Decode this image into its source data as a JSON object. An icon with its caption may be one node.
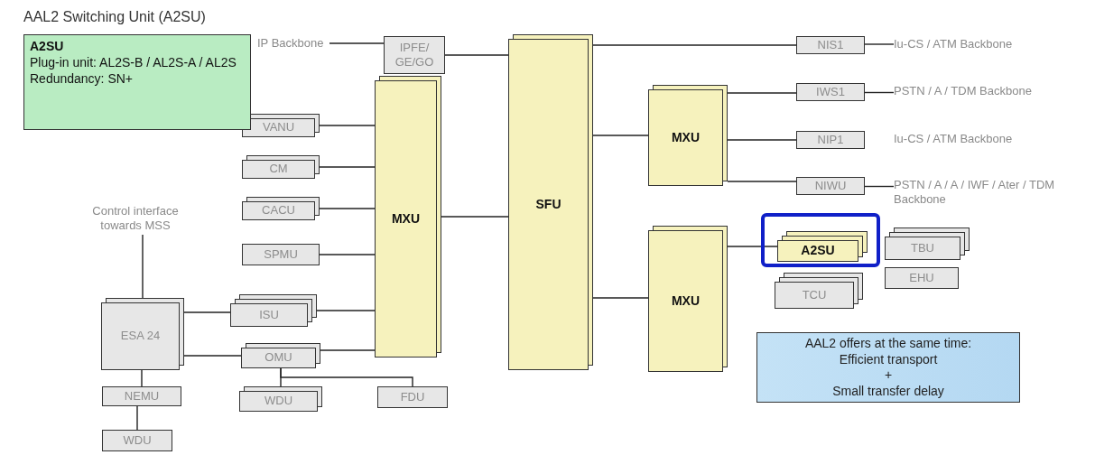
{
  "diagram": {
    "title": "AAL2 Switching Unit (A2SU)",
    "nodes": [
      {
        "text": [
          "A2SU",
          "Plug-in unit: AL2S-B / AL2S-A / AL2S",
          "Redundancy: SN+"
        ]
      },
      {
        "text": [
          "IP Backbone"
        ]
      },
      {
        "text": [
          "IPFE/ GE/GO"
        ]
      },
      {
        "text": [
          "VANU"
        ]
      },
      {
        "text": [
          "CM"
        ]
      },
      {
        "text": [
          "CACU"
        ]
      },
      {
        "text": [
          "SPMU"
        ]
      },
      {
        "text": [
          "ISU"
        ]
      },
      {
        "text": [
          "OMU"
        ]
      },
      {
        "text": [
          "MXU"
        ]
      },
      {
        "text": [
          "SFU"
        ]
      },
      {
        "text": [
          "MXU"
        ]
      },
      {
        "text": [
          "MXU"
        ]
      },
      {
        "text": [
          "NIS1"
        ]
      },
      {
        "text": [
          "IWS1"
        ]
      },
      {
        "text": [
          "NIP1"
        ]
      },
      {
        "text": [
          "NIWU"
        ]
      },
      {
        "text": [
          "Iu-CS / ATM Backbone"
        ]
      },
      {
        "text": [
          "PSTN / A / TDM Backbone"
        ]
      },
      {
        "text": [
          "PSTN / A / A / IWF / Ater / TDM Backbone"
        ]
      },
      {
        "text": [],
        "shape": "box"
      },
      {
        "text": [
          "A2SU"
        ],
        "in": 20
      },
      {
        "text": [
          "TBU"
        ]
      },
      {
        "text": [
          "EHU"
        ]
      },
      {
        "text": [
          "TCU"
        ]
      },
      {
        "text": [
          "ESA 24"
        ]
      },
      {
        "text": [
          "Control interface towards MSS"
        ]
      },
      {
        "text": [
          "NEMU"
        ]
      },
      {
        "text": [
          "WDU"
        ]
      },
      {
        "text": [
          "FDU"
        ]
      },
      {
        "text": [
          "WDU"
        ]
      },
      {
        "text": [
          "AAL2 offers at the same time:",
          "Efficient transport",
          "+",
          "Small transfer delay"
        ]
      }
    ],
    "edges": [
      {
        "from": 1,
        "to": 2,
        "arrow": "none"
      },
      {
        "from": 2,
        "to": 10,
        "arrow": "none"
      },
      {
        "from": 3,
        "to": 9,
        "arrow": "none"
      },
      {
        "from": 4,
        "to": 9,
        "arrow": "none"
      },
      {
        "from": 5,
        "to": 9,
        "arrow": "none"
      },
      {
        "from": 6,
        "to": 9,
        "arrow": "none"
      },
      {
        "from": 7,
        "to": 9,
        "arrow": "none"
      },
      {
        "from": 8,
        "to": 9,
        "arrow": "none"
      },
      {
        "from": 25,
        "to": 7,
        "arrow": "none"
      },
      {
        "from": 25,
        "to": 8,
        "arrow": "none"
      },
      {
        "from": 26,
        "to": 25,
        "arrow": "none"
      },
      {
        "from": 25,
        "to": 27,
        "arrow": "none"
      },
      {
        "from": 27,
        "to": 30,
        "arrow": "none"
      },
      {
        "from": 8,
        "to": 28,
        "arrow": "none"
      },
      {
        "from": 8,
        "to": 29,
        "arrow": "none"
      },
      {
        "from": 9,
        "to": 10,
        "arrow": "none"
      },
      {
        "from": 10,
        "to": 13,
        "arrow": "none"
      },
      {
        "from": 10,
        "to": 11,
        "arrow": "none"
      },
      {
        "from": 10,
        "to": 12,
        "arrow": "none"
      },
      {
        "from": 11,
        "to": 14,
        "arrow": "none"
      },
      {
        "from": 11,
        "to": 15,
        "arrow": "none"
      },
      {
        "from": 11,
        "to": 16,
        "arrow": "none"
      },
      {
        "from": 13,
        "to": 17,
        "arrow": "none"
      },
      {
        "from": 14,
        "to": 18,
        "arrow": "none"
      },
      {
        "from": 16,
        "to": 19,
        "arrow": "none"
      },
      {
        "from": 12,
        "to": 21,
        "arrow": "none"
      }
    ],
    "labels": [
      "Iu-CS / ATM Backbone"
    ]
  }
}
